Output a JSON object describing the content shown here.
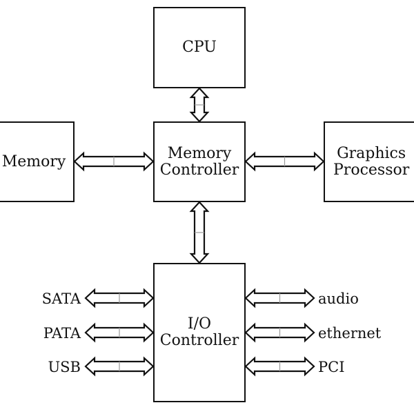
{
  "nodes": {
    "cpu": "CPU",
    "memory": "Memory",
    "memory_controller": [
      "Memory",
      "Controller"
    ],
    "graphics_processor": [
      "Graphics",
      "Processor"
    ],
    "io_controller": [
      "I/O",
      "Controller"
    ]
  },
  "io_left": [
    "SATA",
    "PATA",
    "USB"
  ],
  "io_right": [
    "audio",
    "ethernet",
    "PCI"
  ]
}
